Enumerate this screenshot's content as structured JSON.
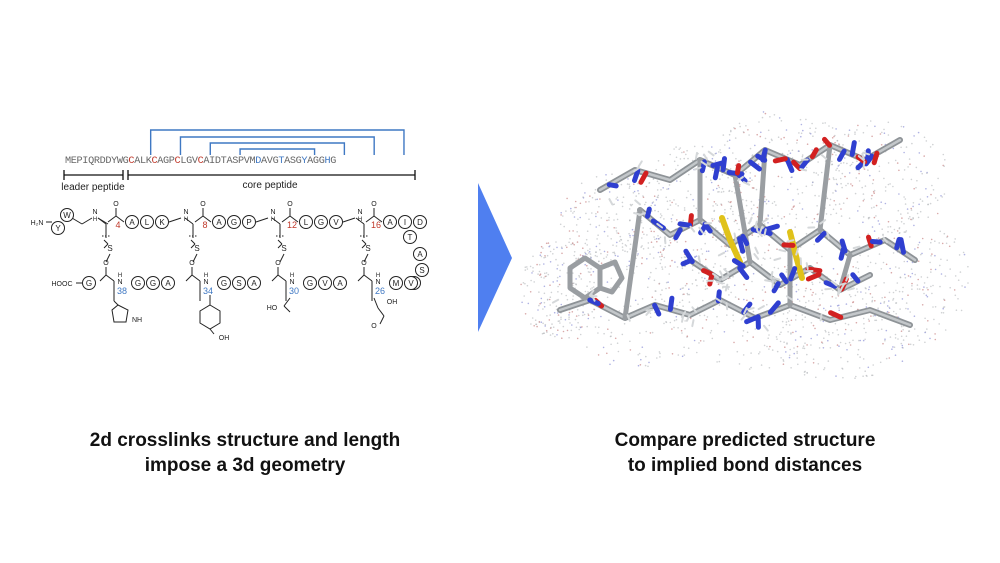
{
  "left_panel": {
    "sequence": {
      "letters": [
        "M",
        "E",
        "P",
        "I",
        "Q",
        "R",
        "D",
        "D",
        "Y",
        "W",
        "G",
        "C",
        "A",
        "L",
        "K",
        "C",
        "A",
        "G",
        "P",
        "C",
        "L",
        "G",
        "V",
        "C",
        "A",
        "I",
        "D",
        "T",
        "A",
        "S",
        "P",
        "V",
        "M",
        "D",
        "A",
        "V",
        "G",
        "T",
        "A",
        "S",
        "G",
        "Y",
        "A",
        "G",
        "G",
        "H",
        "G"
      ],
      "red_positions": [
        11,
        15,
        19,
        23
      ],
      "blue_positions": [
        33,
        37,
        41,
        45
      ]
    },
    "leader_label": "leader peptide",
    "core_label": "core peptide",
    "top_row": {
      "n_term": "H₂N",
      "circles_a": [
        "Y",
        "W"
      ],
      "circles_b": [
        "A",
        "L",
        "K"
      ],
      "circles_c": [
        "A",
        "G",
        "P"
      ],
      "circles_d": [
        "L",
        "G",
        "V"
      ],
      "circles_e": [
        "A",
        "I",
        "D"
      ],
      "loop": [
        "T",
        "A",
        "S",
        "P"
      ],
      "nh": "N",
      "h": "H",
      "o": "O"
    },
    "bottom_row": {
      "c_term": "HOOC",
      "circles_a": [
        "G"
      ],
      "circles_b": [
        "G",
        "G",
        "A"
      ],
      "circles_c": [
        "G",
        "S",
        "A"
      ],
      "circles_d": [
        "G",
        "V",
        "A"
      ],
      "circles_e": [
        "M",
        "V"
      ]
    },
    "red_numbers": [
      "4",
      "8",
      "12",
      "16"
    ],
    "blue_numbers": [
      "38",
      "34",
      "30",
      "26"
    ],
    "sulfur": "S",
    "side_labels": {
      "nh": "NH",
      "oh": "OH",
      "ho": "HO",
      "acid_oh": "OH"
    }
  },
  "arrow": {
    "color": "#4f7ff0"
  },
  "colors": {
    "red": "#c0392b",
    "blue": "#3f78c3",
    "bracket": "#3f78c3",
    "sulfur": "#e0c21a",
    "nitrogen": "#2f3fd0",
    "oxygen": "#d22020",
    "carbon": "#9aa0a6"
  },
  "left_caption": {
    "line1": "2d crosslinks structure and length",
    "line2": "impose a 3d geometry"
  },
  "right_caption": {
    "line1": "Compare predicted structure",
    "line2": "to implied bond distances"
  }
}
